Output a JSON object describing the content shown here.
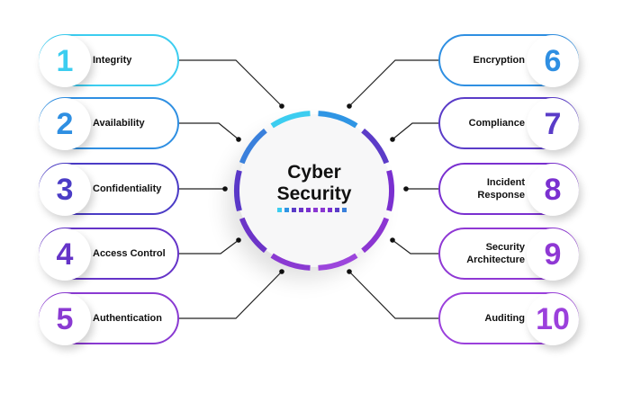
{
  "center": {
    "line1": "Cyber",
    "line2": "Security"
  },
  "left_items": [
    {
      "number": "1",
      "label": "Integrity",
      "color": "#3ccdf0"
    },
    {
      "number": "2",
      "label": "Availability",
      "color": "#2f8fe2"
    },
    {
      "number": "3",
      "label": "Confidentiality",
      "color": "#4b3cc6"
    },
    {
      "number": "4",
      "label": "Access Control",
      "color": "#6534c8"
    },
    {
      "number": "5",
      "label": "Authentication",
      "color": "#8a3ad2"
    }
  ],
  "right_items": [
    {
      "number": "6",
      "label": "Encryption",
      "color": "#2f8fe2"
    },
    {
      "number": "7",
      "label": "Compliance",
      "color": "#5a3cc8"
    },
    {
      "number": "8",
      "label": "Incident Response",
      "color": "#7a30d0"
    },
    {
      "number": "9",
      "label": "Security Architecture",
      "color": "#8f38d4"
    },
    {
      "number": "10",
      "label": "Auditing",
      "color": "#9b40dc"
    }
  ]
}
